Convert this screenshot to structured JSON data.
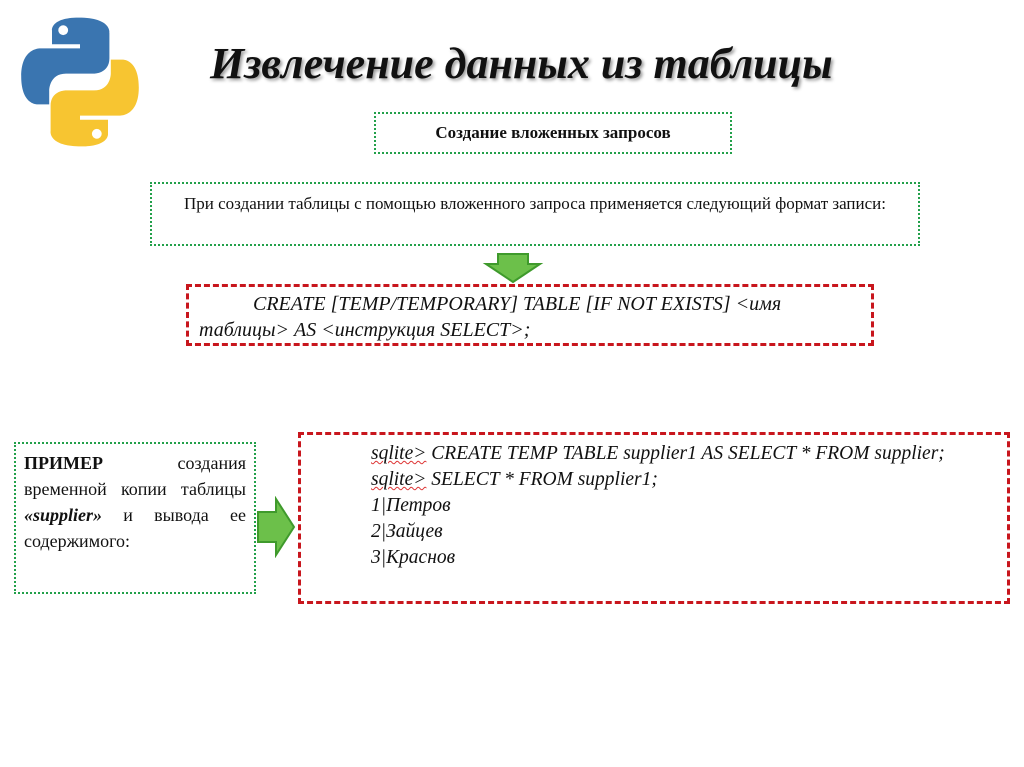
{
  "title": "Извлечение данных из таблицы",
  "subtitle": "Создание вложенных запросов",
  "description": "При создании таблицы с помощью вложенного запроса применяется следующий формат записи:",
  "format": {
    "text": "CREATE [TEMP/TEMPORARY] TABLE [IF NOT EXISTS] <имя таблицы> AS <инструкция SELECT>;"
  },
  "example": {
    "bold": "ПРИМЕР",
    "text1": " создания временной копии таблицы ",
    "quoted": "«supplier»",
    "text2": " и вывода ее содержимого:"
  },
  "code": {
    "prompt": "sqlite>",
    "line1": " CREATE TEMP TABLE supplier1 AS SELECT * FROM supplier;",
    "line2": " SELECT * FROM supplier1;",
    "rows": [
      "1|Петров",
      "2|Зайцев",
      "3|Краснов"
    ]
  },
  "colors": {
    "green": "#22a04a",
    "red": "#c8161d",
    "arrow": "#6cc04a"
  }
}
